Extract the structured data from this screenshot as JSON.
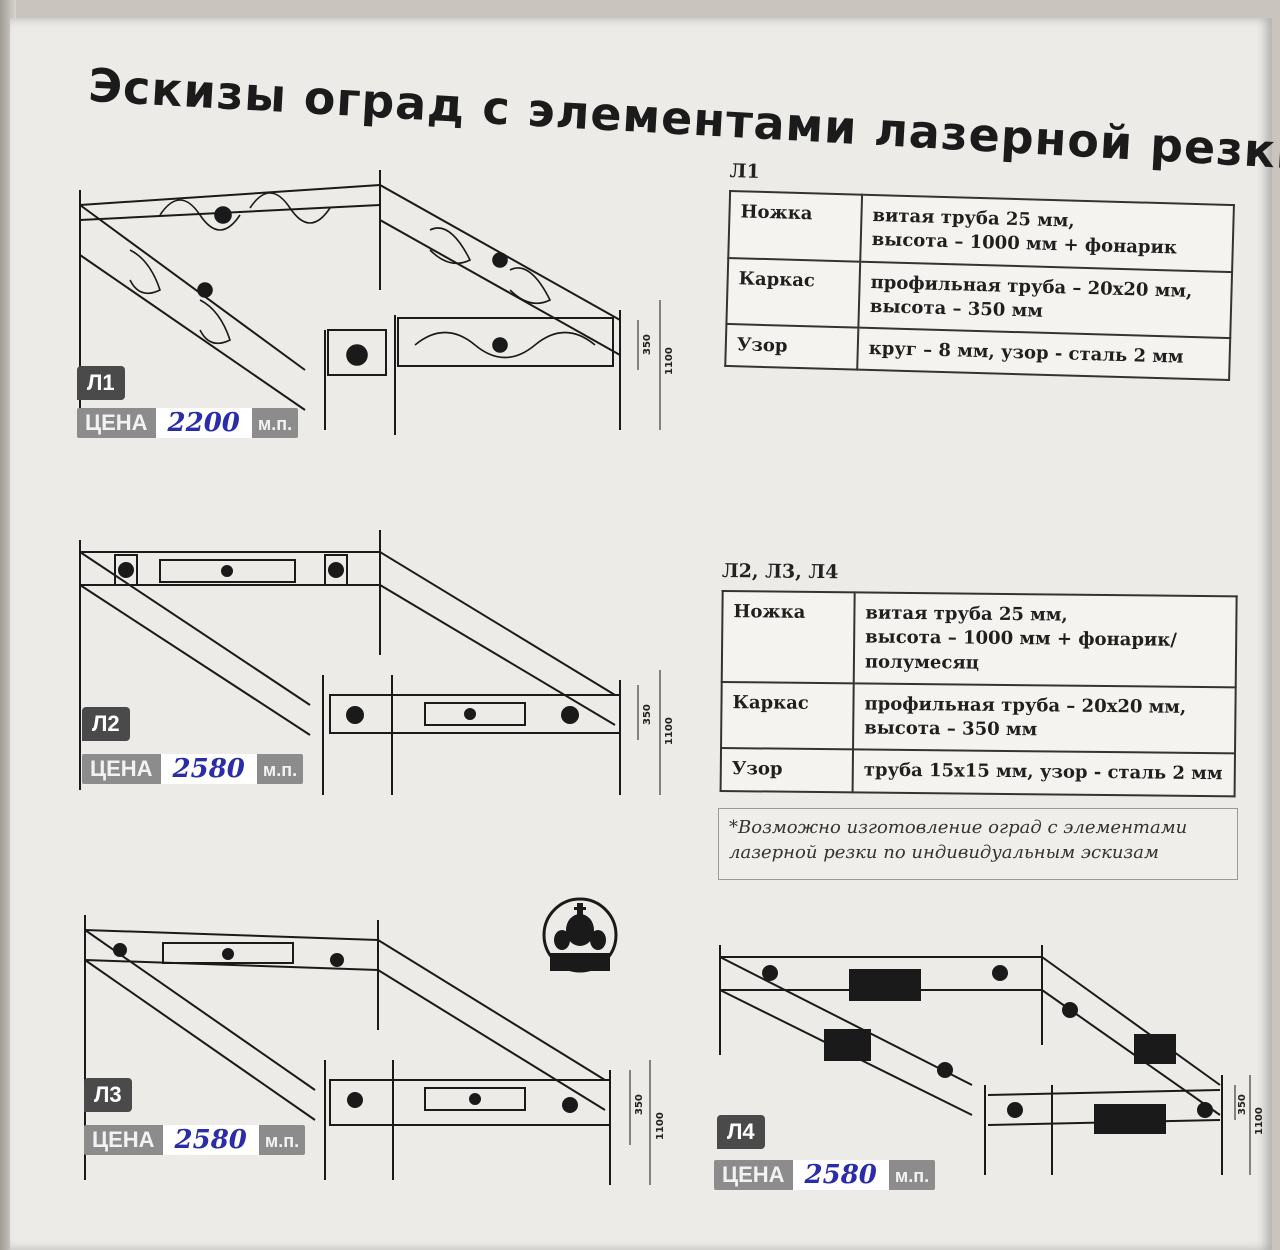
{
  "title": "Эскизы оград с элементами лазерной резки",
  "price_label": "ЦЕНА",
  "price_unit": "м.п.",
  "fences": [
    {
      "badge": "Л1",
      "price": "2200"
    },
    {
      "badge": "Л2",
      "price": "2580"
    },
    {
      "badge": "Л3",
      "price": "2580"
    },
    {
      "badge": "Л4",
      "price": "2580"
    }
  ],
  "dimensions": {
    "frame": "350",
    "height": "1100"
  },
  "spec_l1": {
    "heading": "Л1",
    "rows": [
      {
        "key": "Ножка",
        "value": "витая труба 25 мм,\nвысота – 1000 мм + фонарик"
      },
      {
        "key": "Каркас",
        "value": "профильная труба – 20х20 мм,\nвысота – 350 мм"
      },
      {
        "key": "Узор",
        "value": "круг – 8 мм, узор - сталь 2 мм"
      }
    ]
  },
  "spec_l234": {
    "heading": "Л2, Л3, Л4",
    "rows": [
      {
        "key": "Ножка",
        "value": "витая труба 25 мм,\nвысота – 1000 мм + фонарик/полумесяц"
      },
      {
        "key": "Каркас",
        "value": "профильная труба – 20х20 мм,\nвысота – 350 мм"
      },
      {
        "key": "Узор",
        "value": "труба 15х15 мм, узор - сталь 2 мм"
      }
    ]
  },
  "note": "*Возможно изготовление оград с элементами лазерной резки по индивидуальным эскизам"
}
